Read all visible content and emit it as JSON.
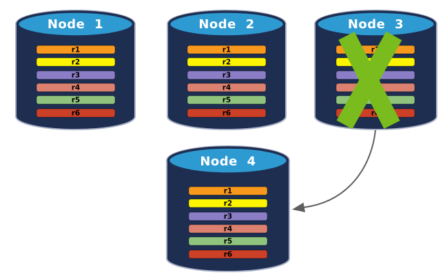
{
  "palette": {
    "background": "#FFFFFF",
    "cylinder_body": "#1E2E51",
    "cylinder_top": "#2E9AD2",
    "cylinder_outline": "#A9B1C7",
    "node_title_color": "#FFFFFF",
    "row_label_color": "#000000"
  },
  "nodes": [
    {
      "title": "Node 1",
      "rows": [
        {
          "label": "r1",
          "color": "#F8991D"
        },
        {
          "label": "r2",
          "color": "#FCF400"
        },
        {
          "label": "r3",
          "color": "#8B7EC6"
        },
        {
          "label": "r4",
          "color": "#DC8170"
        },
        {
          "label": "r5",
          "color": "#90C47E"
        },
        {
          "label": "r6",
          "color": "#CC4027"
        }
      ]
    },
    {
      "title": "Node 2",
      "rows": [
        {
          "label": "r1",
          "color": "#F8991D"
        },
        {
          "label": "r2",
          "color": "#FCF400"
        },
        {
          "label": "r3",
          "color": "#8B7EC6"
        },
        {
          "label": "r4",
          "color": "#DC8170"
        },
        {
          "label": "r5",
          "color": "#90C47E"
        },
        {
          "label": "r6",
          "color": "#CC4027"
        }
      ]
    },
    {
      "title": "Node 3",
      "rows": [
        {
          "label": "r1",
          "color": "#F8991D"
        },
        {
          "label": "r2",
          "color": "#FCF400"
        },
        {
          "label": "r3",
          "color": "#8B7EC6"
        },
        {
          "label": "r4",
          "color": "#DC8170"
        },
        {
          "label": "r5",
          "color": "#90C47E"
        },
        {
          "label": "r6",
          "color": "#CC4027"
        }
      ]
    },
    {
      "title": "Node 4",
      "rows": [
        {
          "label": "r1",
          "color": "#F8991D"
        },
        {
          "label": "r2",
          "color": "#FCF400"
        },
        {
          "label": "r3",
          "color": "#8B7EC6"
        },
        {
          "label": "r4",
          "color": "#DC8170"
        },
        {
          "label": "r5",
          "color": "#90C47E"
        },
        {
          "label": "r6",
          "color": "#CC4027"
        }
      ]
    }
  ],
  "failure_mark": {
    "on_node": "Node 3",
    "shape": "X",
    "color": "#7ABB1D"
  },
  "arrow": {
    "from": "Node 3",
    "to": "Node 4",
    "color": "#5E5E5E"
  }
}
